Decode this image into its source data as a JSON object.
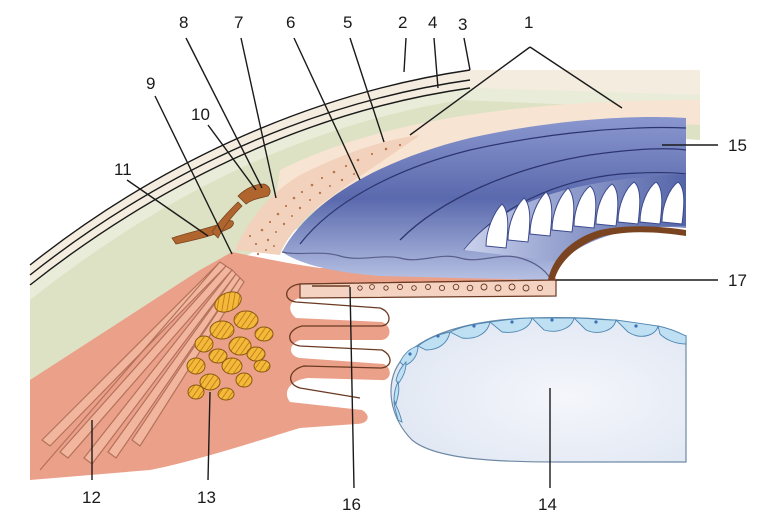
{
  "labels": {
    "l1": "1",
    "l2": "2",
    "l3": "3",
    "l4": "4",
    "l5": "5",
    "l6": "6",
    "l7": "7",
    "l8": "8",
    "l9": "9",
    "l10": "10",
    "l11": "11",
    "l12": "12",
    "l13": "13",
    "l14": "14",
    "l15": "15",
    "l16": "16",
    "l17": "17"
  },
  "colors": {
    "sclera_outer": "#dfe3c8",
    "sclera_band": "#e9ecd6",
    "conjunctiva": "#f6eee4",
    "cornea_stroma": "#f8e6d6",
    "iris_root": "#eea08a",
    "ciliary_body": "#e9967e",
    "ciliary_muscle": "#f0b49c",
    "pigment_brown": "#b0652e",
    "trabecular_dots": "#c28a5c",
    "iris_blue_dark": "#4f5fa0",
    "iris_blue_light": "#a9b6dc",
    "lens_fill": "#e8edf6",
    "lens_epithelium": "#9cc6e2",
    "yellow_bundle": "#f2b32a",
    "brown_line": "#7a4420"
  }
}
